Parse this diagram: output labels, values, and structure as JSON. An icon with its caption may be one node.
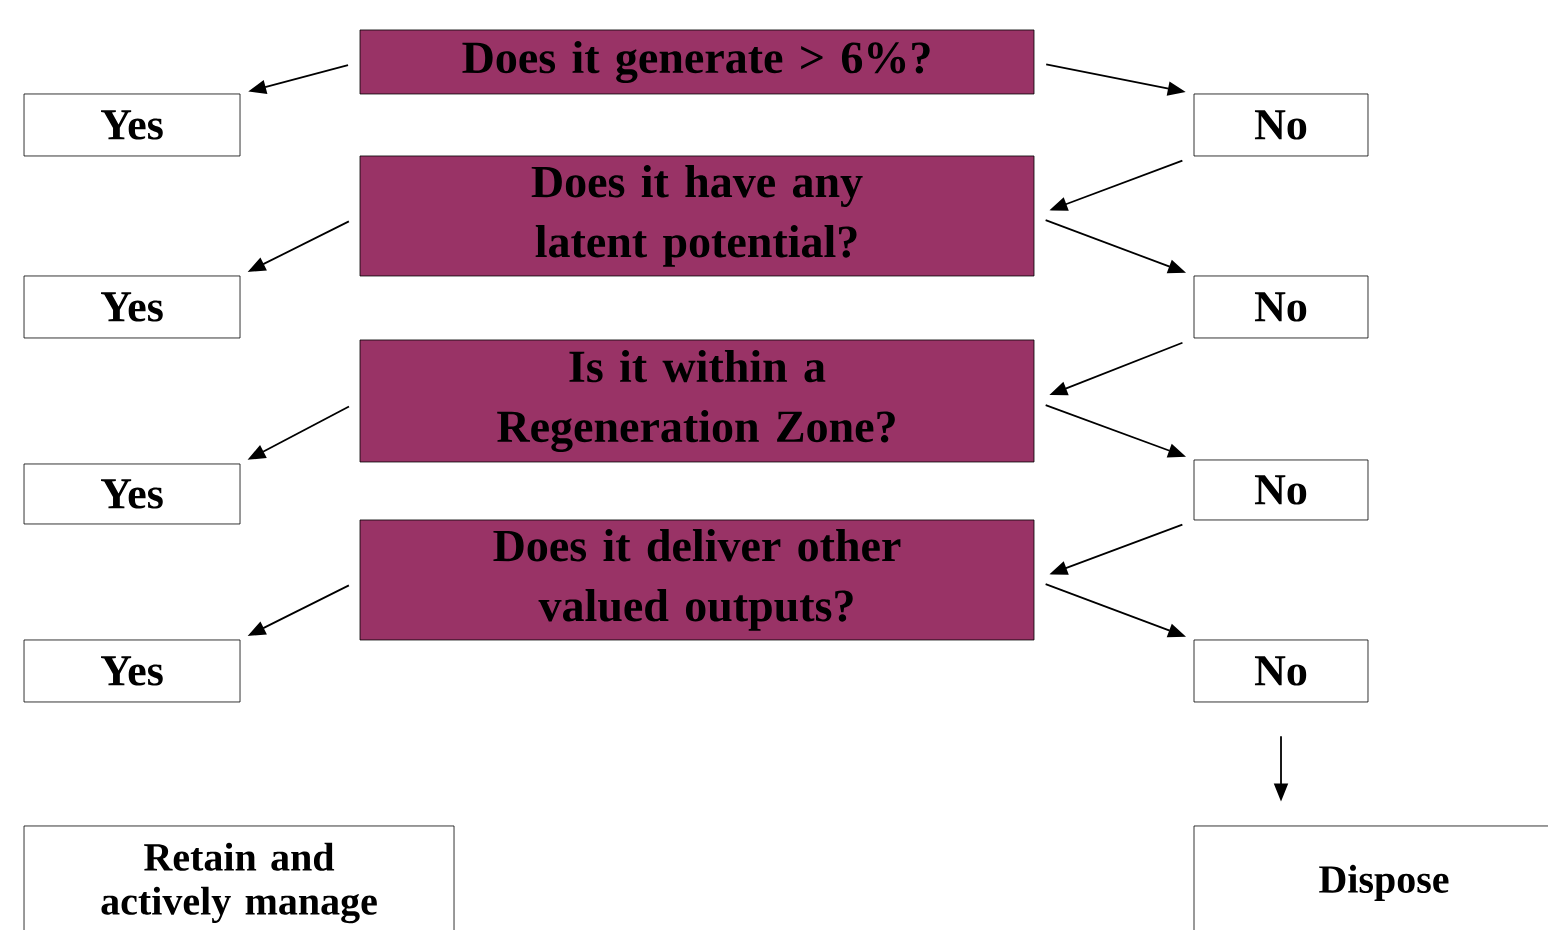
{
  "diagram": {
    "nodes": [
      {
        "text": [
          "Does it generate > 6%?"
        ]
      },
      {
        "text": [
          "Yes"
        ]
      },
      {
        "text": [
          "No"
        ]
      },
      {
        "text": [
          "Does it have any latent potential?"
        ]
      },
      {
        "text": [
          "Yes"
        ]
      },
      {
        "text": [
          "No"
        ]
      },
      {
        "text": [
          "Is it within a Regeneration Zone?"
        ]
      },
      {
        "text": [
          "Yes"
        ]
      },
      {
        "text": [
          "No"
        ]
      },
      {
        "text": [
          "Does it deliver other valued outputs?"
        ]
      },
      {
        "text": [
          "Yes"
        ]
      },
      {
        "text": [
          "No"
        ]
      },
      {
        "text": [
          "Retain and actively manage"
        ]
      },
      {
        "text": [
          "Dispose"
        ]
      }
    ],
    "edges": [
      {
        "from": 0,
        "to": 1,
        "arrow": "to"
      },
      {
        "from": 0,
        "to": 2,
        "arrow": "to"
      },
      {
        "from": 2,
        "to": 3,
        "arrow": "to"
      },
      {
        "from": 3,
        "to": 4,
        "arrow": "to"
      },
      {
        "from": 3,
        "to": 5,
        "arrow": "to"
      },
      {
        "from": 5,
        "to": 6,
        "arrow": "to"
      },
      {
        "from": 6,
        "to": 7,
        "arrow": "to"
      },
      {
        "from": 6,
        "to": 8,
        "arrow": "to"
      },
      {
        "from": 8,
        "to": 9,
        "arrow": "to"
      },
      {
        "from": 9,
        "to": 10,
        "arrow": "to"
      },
      {
        "from": 9,
        "to": 11,
        "arrow": "to"
      },
      {
        "from": 11,
        "to": 13,
        "arrow": "to"
      }
    ]
  }
}
